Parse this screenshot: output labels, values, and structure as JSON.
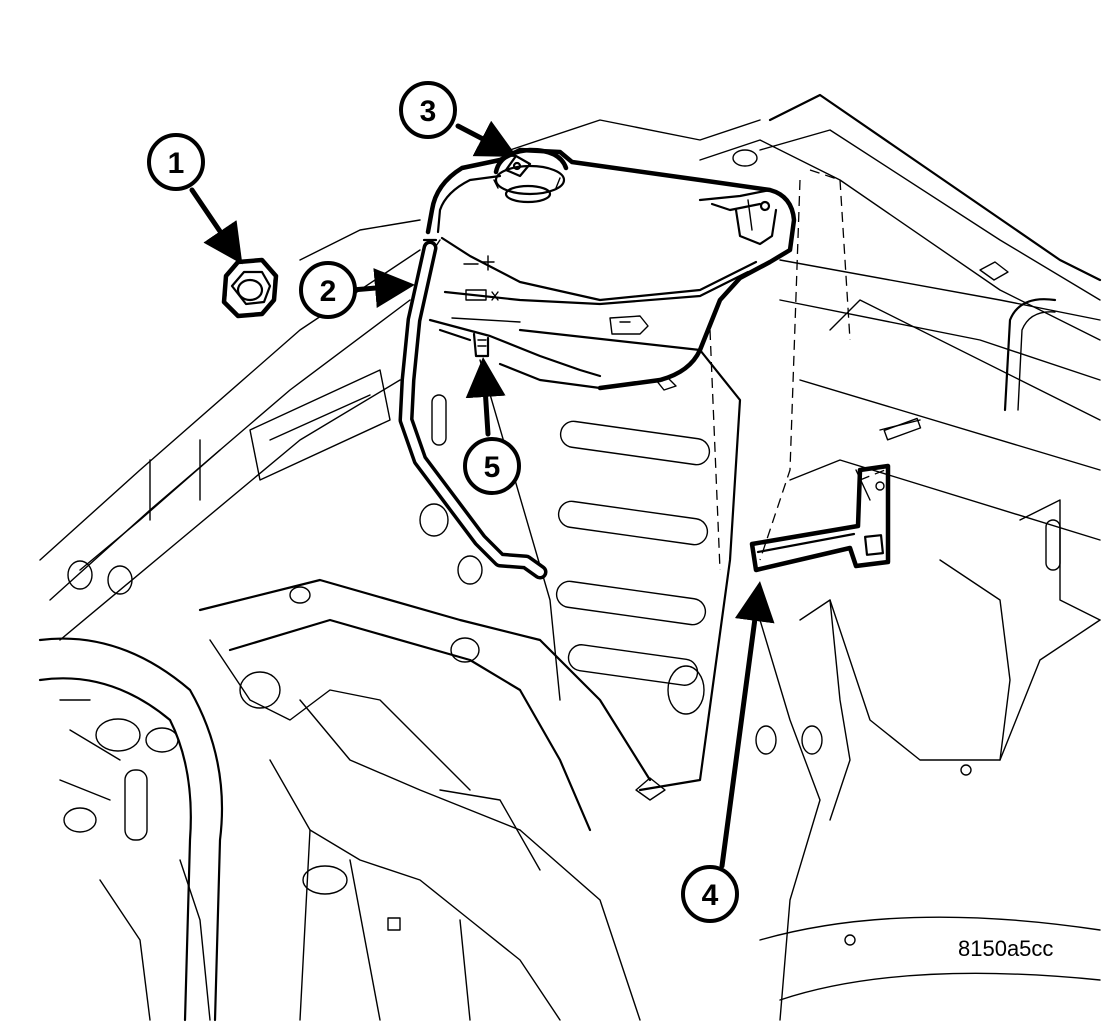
{
  "figure_code": "8150a5cc",
  "callouts": [
    {
      "id": "1",
      "label": "1"
    },
    {
      "id": "2",
      "label": "2"
    },
    {
      "id": "3",
      "label": "3"
    },
    {
      "id": "4",
      "label": "4"
    },
    {
      "id": "5",
      "label": "5"
    }
  ],
  "icons": [
    "nut-icon",
    "coolant-reservoir-icon",
    "pressure-cap-icon",
    "mounting-bracket-icon",
    "outlet-hose-icon",
    "engine-compartment-icon"
  ]
}
